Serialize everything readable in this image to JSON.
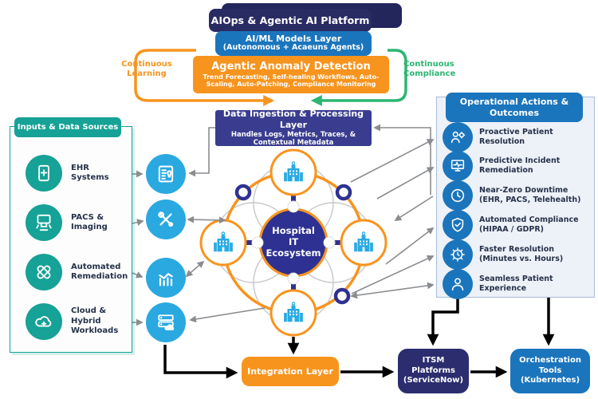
{
  "top": {
    "platform_title": "AIOps & Agentic AI Platform",
    "aiml_title": "AI/ML Models Layer",
    "aiml_subtitle": "(Autonomous + Acaeuns Agents)",
    "anomaly_title": "Agentic Anomaly Detection",
    "anomaly_subtitle": "Trend Forecasting, Self-healing Workflows, Auto-Scaling, Auto-Patching, Compliance Monitoring",
    "loop_left_label": "Continuous Learning",
    "loop_right_label": "Continuous Compliance"
  },
  "ingestion": {
    "title": "Data Ingestion & Processing Layer",
    "subtitle": "Handles Logs, Metrics, Traces, & Contextual Metadata"
  },
  "left_panel": {
    "title": "Inputs & Data Sources",
    "items": [
      {
        "label": "EHR Systems",
        "icon": "ehr-icon"
      },
      {
        "label": "PACS & Imaging",
        "icon": "pacs-imaging-icon"
      },
      {
        "label": "Automated Remediation",
        "icon": "automated-remediation-icon"
      },
      {
        "label": "Cloud & Hybrid Workloads",
        "icon": "cloud-workloads-icon"
      }
    ]
  },
  "mid_icons": [
    {
      "icon": "xray-scan-icon"
    },
    {
      "icon": "repair-tools-icon"
    },
    {
      "icon": "analytics-chart-icon"
    },
    {
      "icon": "server-cloud-icon"
    }
  ],
  "center": {
    "lines": [
      "Hospital",
      "IT",
      "Ecosystem"
    ],
    "node_icon": "hospital-building-icon"
  },
  "right_panel": {
    "title": "Operational Actions & Outcomes",
    "items": [
      {
        "label": "Proactive Patient Resolution",
        "icon": "proactive-patient-icon"
      },
      {
        "label": "Predictive Incident Remediation",
        "icon": "predictive-incident-icon"
      },
      {
        "label": "Near-Zero Downtime (EHR, PACS, Telehealth)",
        "icon": "near-zero-downtime-icon"
      },
      {
        "label": "Automated Compliance (HIPAA / GDPR)",
        "icon": "automated-compliance-icon"
      },
      {
        "label": "Faster Resolution (Minutes vs. Hours)",
        "icon": "faster-resolution-icon"
      },
      {
        "label": "Seamless Patient Experience",
        "icon": "seamless-patient-icon"
      }
    ]
  },
  "bottom": {
    "integration": "Integration Layer",
    "itsm": "ITSM Platforms (ServiceNow)",
    "orchestration": "Orchestration Tools (Kubernetes)"
  },
  "colors": {
    "navy": "#292b63",
    "indigo": "#3a3d8f",
    "blue": "#1b75bc",
    "light_blue": "#2aa9e1",
    "teal": "#16a296",
    "orange": "#f7941e",
    "green": "#2bb673",
    "gray_arrow": "#8a8c8f",
    "center_navy": "#2e3192"
  }
}
